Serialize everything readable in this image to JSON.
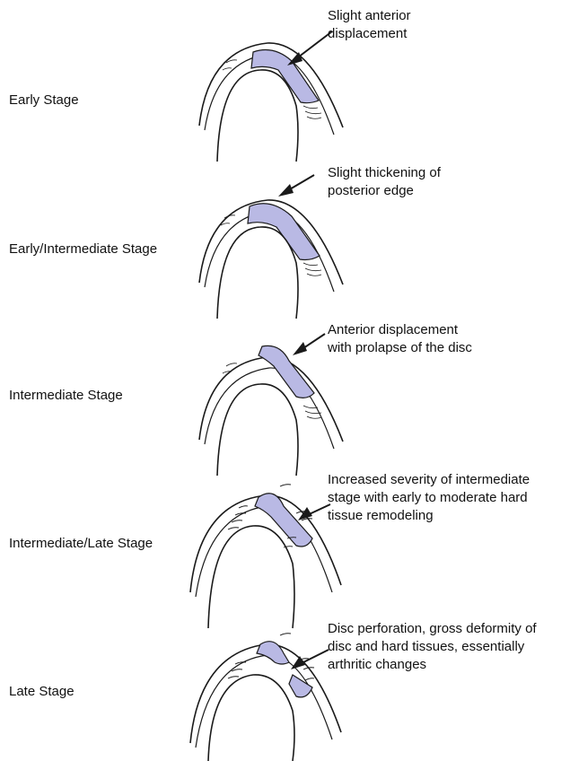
{
  "stages": [
    {
      "label": "Early Stage",
      "annotation": [
        "Slight anterior",
        "displacement"
      ]
    },
    {
      "label": "Early/Intermediate Stage",
      "annotation": [
        "Slight thickening of",
        "posterior edge"
      ]
    },
    {
      "label": "Intermediate Stage",
      "annotation": [
        "Anterior displacement",
        "with prolapse of the disc"
      ]
    },
    {
      "label": "Intermediate/Late Stage",
      "annotation": [
        "Increased severity of intermediate",
        "stage with early to moderate hard",
        "tissue remodeling"
      ]
    },
    {
      "label": "Late Stage",
      "annotation": [
        "Disc perforation, gross deformity of",
        "disc and hard tissues, essentially",
        "arthritic changes"
      ]
    }
  ],
  "colors": {
    "disc_fill": "#b9b9e4",
    "line": "#1a1a1a"
  }
}
